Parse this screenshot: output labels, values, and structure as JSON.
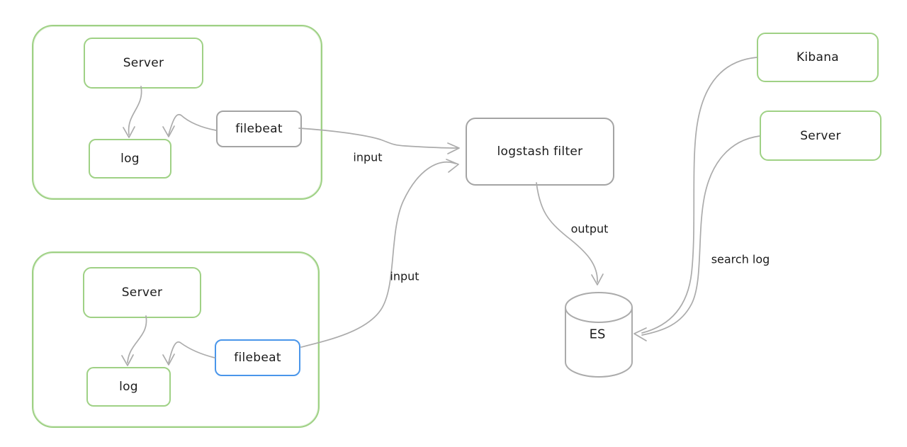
{
  "colors": {
    "green": "#9fd185",
    "blue": "#4a96ea",
    "gray": "#ababab",
    "text": "#1b1b1b"
  },
  "nodes": {
    "server_top": {
      "label": "Server"
    },
    "log_top": {
      "label": "log"
    },
    "filebeat_top": {
      "label": "filebeat"
    },
    "server_bottom": {
      "label": "Server"
    },
    "log_bottom": {
      "label": "log"
    },
    "filebeat_bottom": {
      "label": "filebeat"
    },
    "logstash": {
      "label": "logstash filter"
    },
    "kibana": {
      "label": "Kibana"
    },
    "server_right": {
      "label": "Server"
    },
    "es": {
      "label": "ES"
    }
  },
  "edge_labels": {
    "input_top": "input",
    "input_bottom": "input",
    "output": "output",
    "search_log": "search log"
  }
}
